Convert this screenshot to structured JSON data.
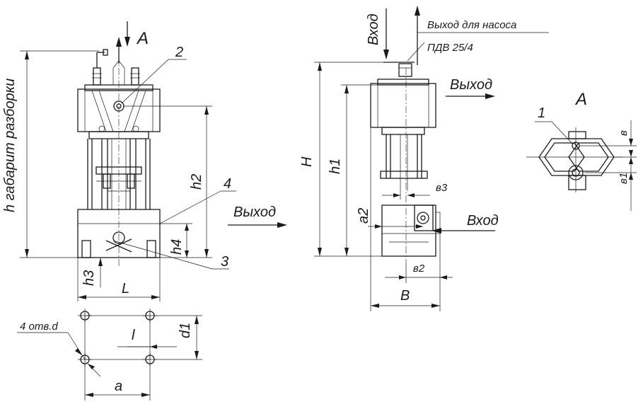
{
  "labels": {
    "height_label": "h габарит разборки",
    "h2": "h2",
    "h3": "h3",
    "h4": "h4",
    "L": "L",
    "outlet": "Выход",
    "view_a": "А",
    "callout_2": "2",
    "callout_4": "4",
    "callout_3": "3",
    "holes": "4 отв.d",
    "l": "l",
    "d1": "d1",
    "a": "a",
    "inlet_top": "Вход",
    "pump_outlet_line1": "Выход для насоса",
    "pump_outlet_line2": "ПДВ 25/4",
    "H": "H",
    "h1": "h1",
    "outlet_right": "Выход",
    "b3": "в3",
    "a2": "a2",
    "inlet_right": "Вход",
    "b2": "в2",
    "B": "B",
    "view_a_right": "А",
    "callout_1": "1",
    "b": "в",
    "b1": "в1"
  }
}
